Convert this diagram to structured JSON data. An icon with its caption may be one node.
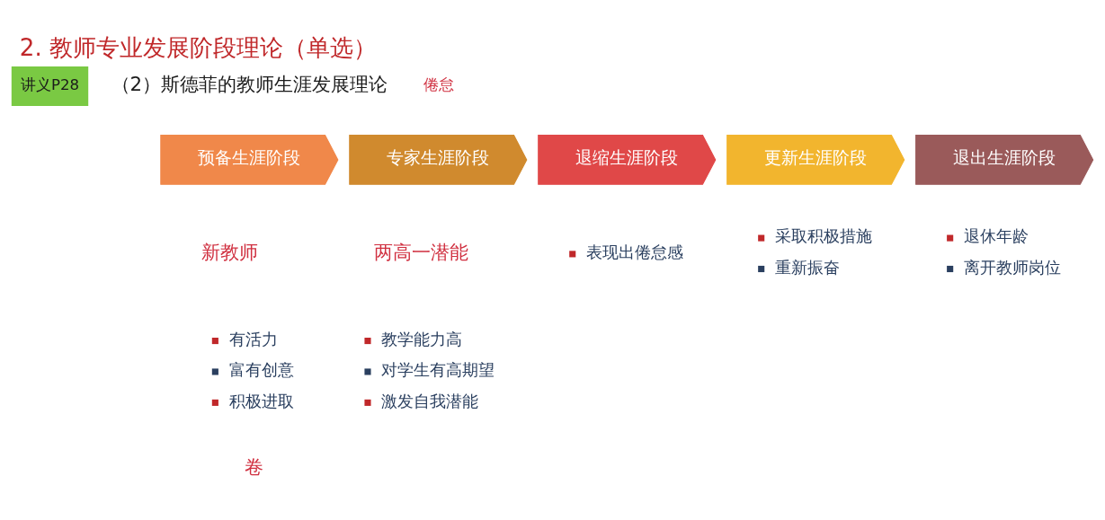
{
  "diagram": {
    "title": "2. 教师专业发展阶段理论（单选）",
    "nodes": [
      {
        "text": [
          "预备生涯阶段"
        ],
        "beside": [
          "有活力",
          "富有创意",
          "积极进取"
        ]
      },
      {
        "text": [
          "专家生涯阶段"
        ],
        "beside": [
          "教学能力高",
          "对学生有高期望",
          "激发自我潜能"
        ]
      },
      {
        "text": [
          "退缩生涯阶段"
        ],
        "beside": [
          "表现出倦怠感"
        ]
      },
      {
        "text": [
          "更新生涯阶段"
        ],
        "beside": [
          "采取积极措施",
          "重新振奋"
        ]
      },
      {
        "text": [
          "退出生涯阶段"
        ],
        "beside": [
          "退休年龄",
          "离开教师岗位"
        ]
      }
    ],
    "edges": [],
    "labels": [
      "讲义P28",
      "（2）斯德菲的教师生涯发展理论",
      "倦怠",
      "新教师",
      "两高一潜能",
      "卷"
    ]
  }
}
